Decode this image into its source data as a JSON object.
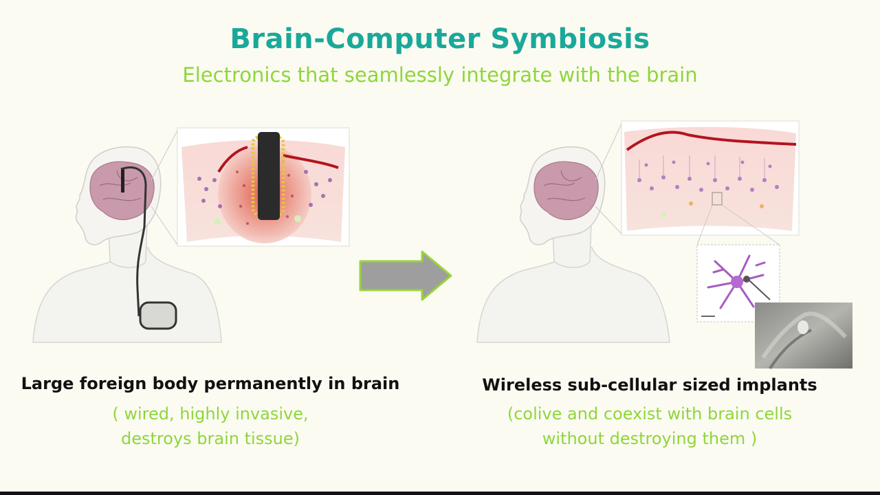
{
  "slide": {
    "title": "Brain-Computer Symbiosis",
    "subtitle": "Electronics that seamlessly integrate with the brain"
  },
  "left_panel": {
    "caption_bold": "Large foreign body permanently in brain",
    "caption_line1": "( wired, highly invasive,",
    "caption_line2": "destroys brain tissue)"
  },
  "right_panel": {
    "caption_bold": "Wireless sub-cellular sized implants",
    "caption_line1": "(colive and coexist with brain cells",
    "caption_line2": "without destroying them )"
  },
  "colors": {
    "title": "#1aa89a",
    "accent_green": "#8fd63a",
    "arrow": "#9e9e9e",
    "arrow_outline": "#9ad43c"
  }
}
